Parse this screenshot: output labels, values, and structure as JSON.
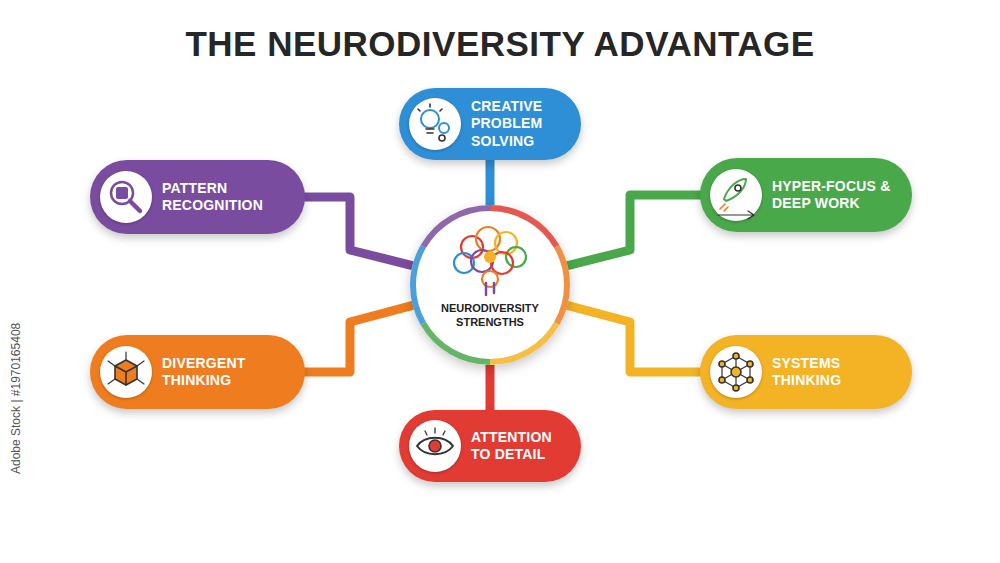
{
  "diagram": {
    "title": "THE NEURODIVERSITY ADVANTAGE",
    "nodes": [
      {
        "text": [
          "NEURODIVERSITY STRENGTHS"
        ]
      },
      {
        "text": [
          "CREATIVE PROBLEM SOLVING"
        ]
      },
      {
        "text": [
          "PATTERN RECOGNITION"
        ]
      },
      {
        "text": [
          "HYPER-FOCUS & DEEP WORK"
        ]
      },
      {
        "text": [
          "DIVERGENT THINKING"
        ]
      },
      {
        "text": [
          "SYSTEMS THINKING"
        ]
      },
      {
        "text": [
          "ATTENTION TO DETAIL"
        ]
      }
    ],
    "edges": [
      {
        "from": 0,
        "to": 1,
        "arrow": "none"
      },
      {
        "from": 0,
        "to": 2,
        "arrow": "none"
      },
      {
        "from": 0,
        "to": 3,
        "arrow": "none"
      },
      {
        "from": 0,
        "to": 4,
        "arrow": "none"
      },
      {
        "from": 0,
        "to": 5,
        "arrow": "none"
      },
      {
        "from": 0,
        "to": 6,
        "arrow": "none"
      }
    ],
    "labels": [
      "Adobe Stock | #1970165408"
    ]
  }
}
